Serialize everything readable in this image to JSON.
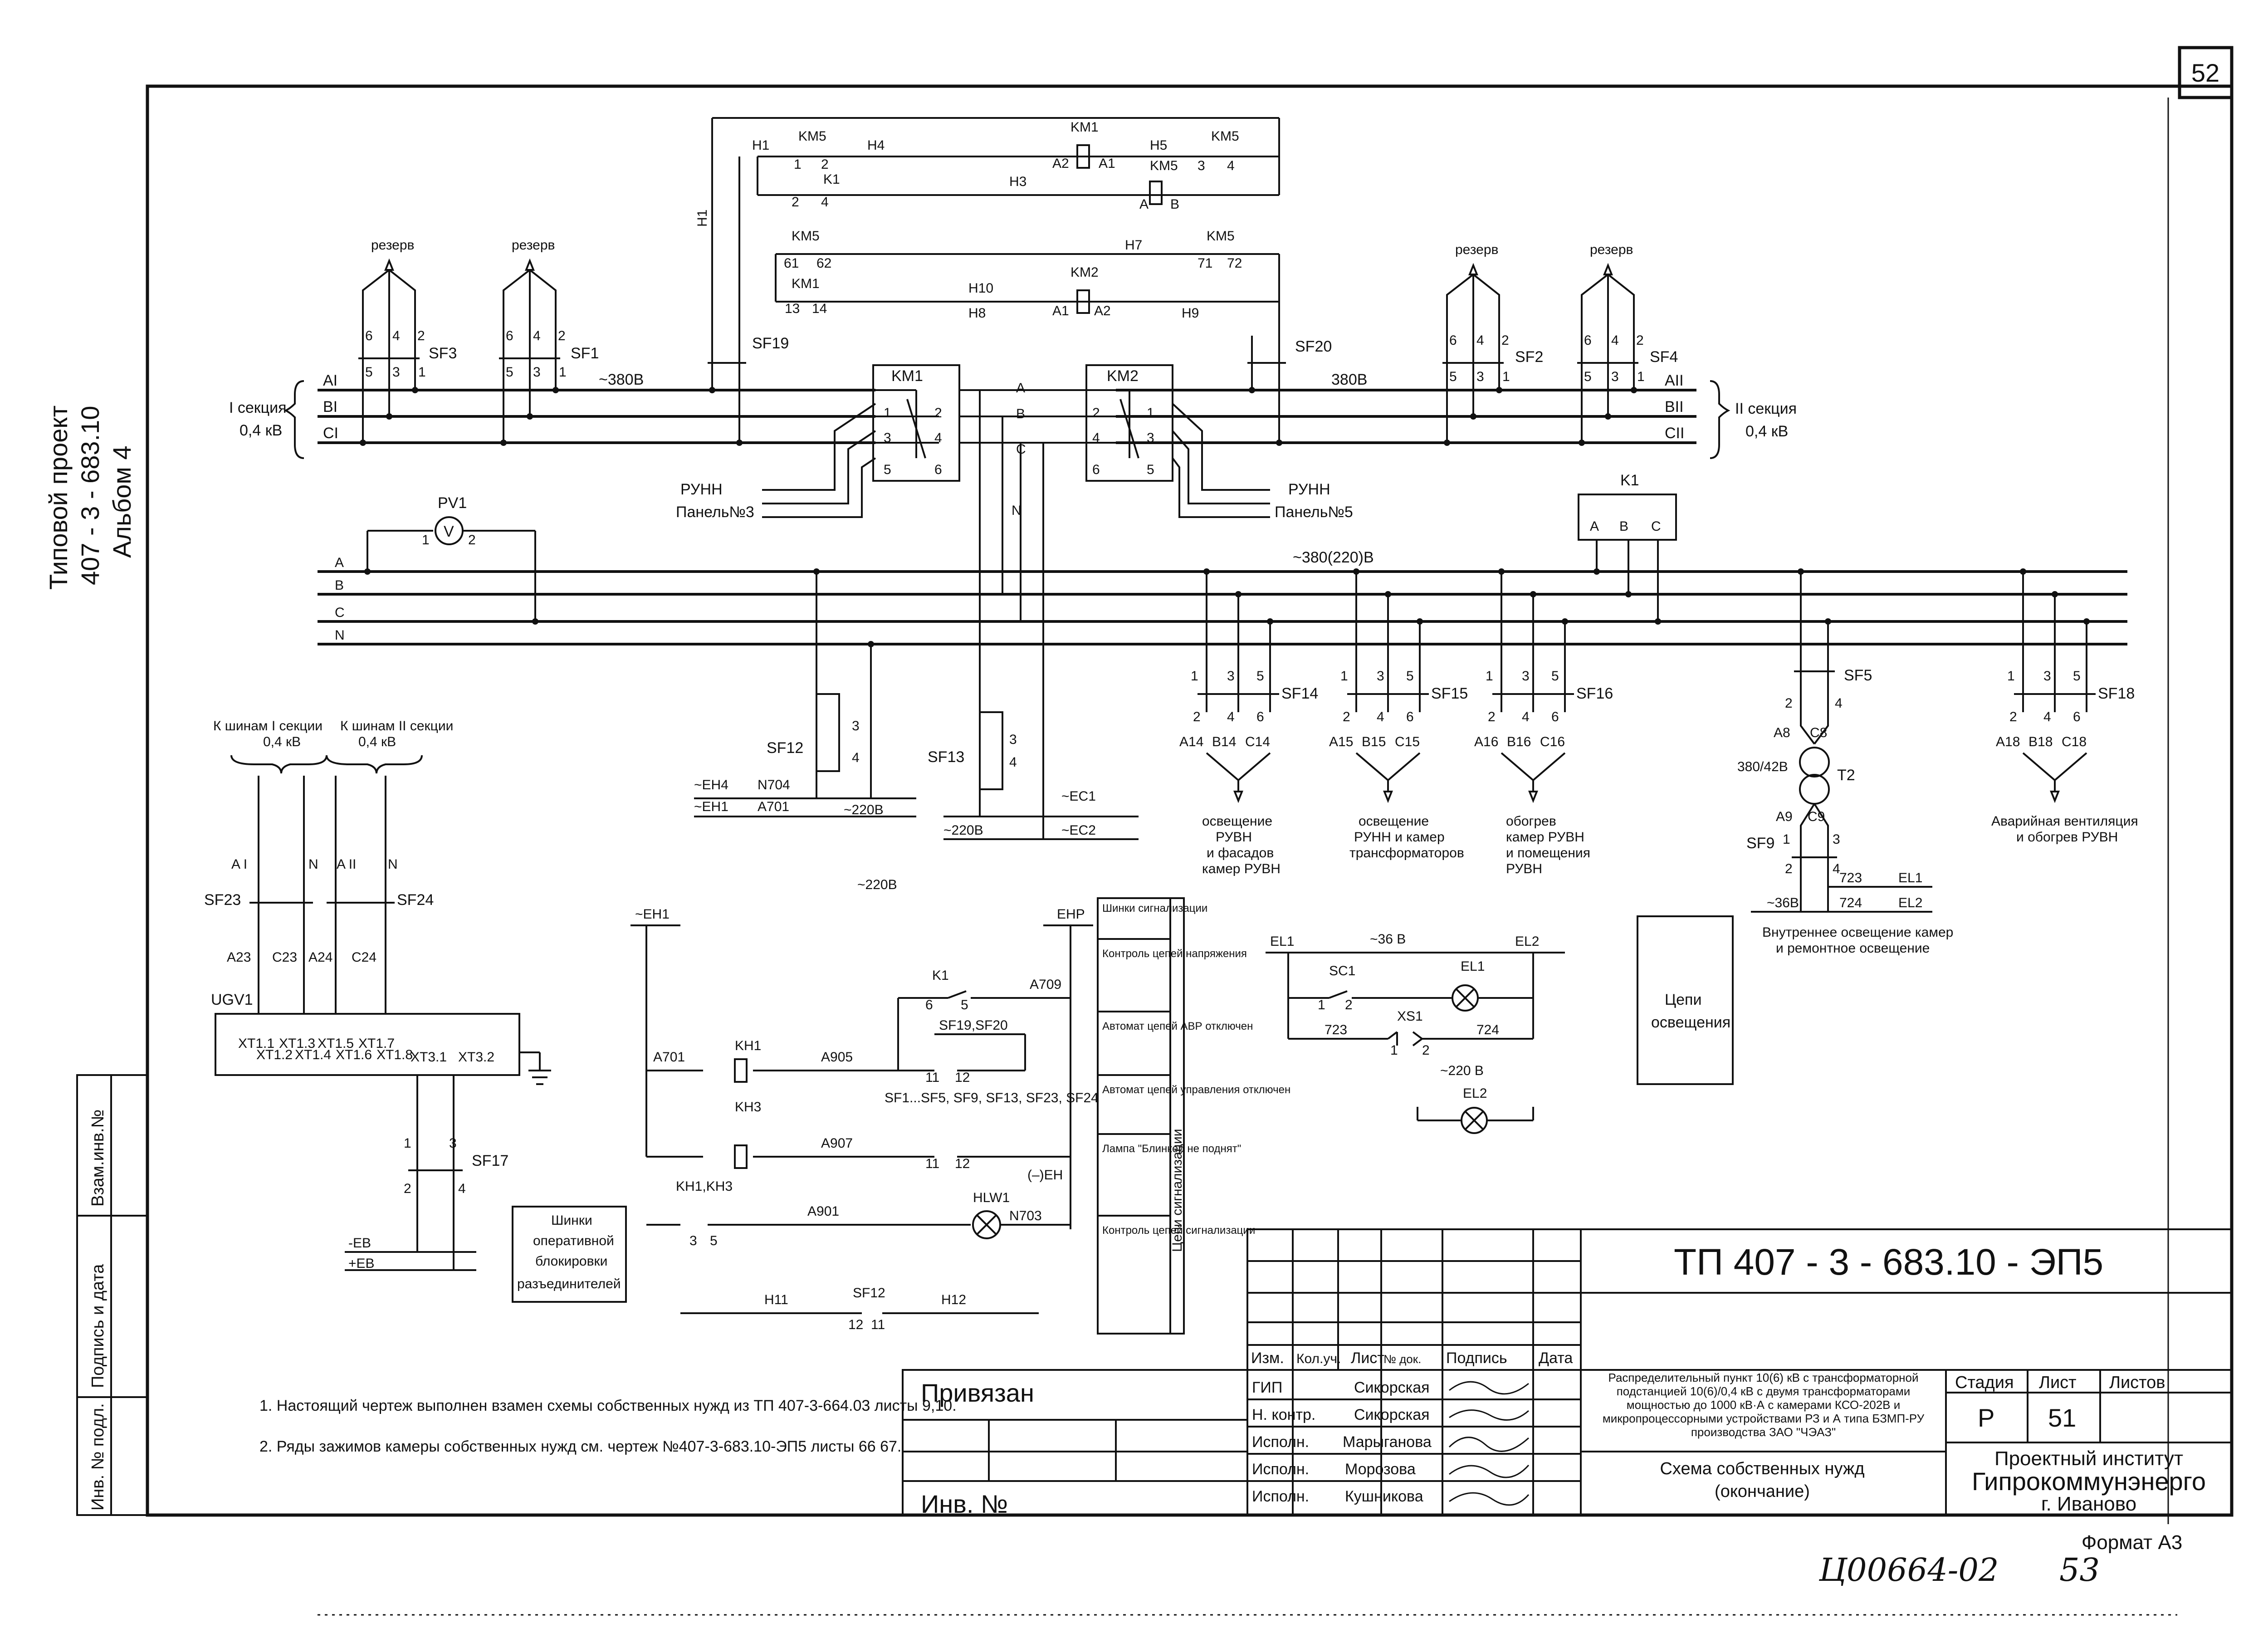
{
  "sheet_number_top": "52",
  "side_title": {
    "line1": "Типовой проект",
    "line2": "407 - 3 - 683.10",
    "line3": "Альбом 4"
  },
  "left_stamp": {
    "zam_inv": "Взам.инв.№",
    "podpis_data": "Подпись и дата",
    "inv_podl": "Инв. № подл."
  },
  "buses_04kv": {
    "section1": "I секция",
    "section1_kv": "0,4 кВ",
    "section2": "II секция",
    "section2_kv": "0,4 кВ",
    "phases1": [
      "AI",
      "BI",
      "CI"
    ],
    "phases2": [
      "AII",
      "BII",
      "CII"
    ],
    "volt1": "~380В",
    "volt2": "380В",
    "mid_phases": [
      "A",
      "B",
      "C",
      "N"
    ]
  },
  "reserves": [
    "резерв",
    "резерв",
    "резерв",
    "резерв"
  ],
  "breakers": [
    "SF3",
    "SF1",
    "SF2",
    "SF4",
    "SF19",
    "SF20"
  ],
  "contacts": [
    "6",
    "4",
    "2",
    "5",
    "3",
    "1"
  ],
  "contactors": {
    "km1": "KM1",
    "km2": "KM2",
    "km5": "KM5",
    "k1": "K1"
  },
  "avr_circuit": [
    "H1",
    "H4",
    "H5",
    "H3",
    "H7",
    "H10",
    "H8",
    "H9",
    "A2",
    "A1",
    "A",
    "B",
    "61",
    "62",
    "71",
    "72",
    "13",
    "14",
    "1",
    "2",
    "3",
    "4"
  ],
  "ruvn": {
    "left": "РУНН",
    "left_panel": "Панель№3",
    "right": "РУНН",
    "right_panel": "Панель№5"
  },
  "aux_bus": {
    "phases": [
      "A",
      "B",
      "C",
      "N"
    ],
    "volt": "~380(220)В",
    "pv": "PV1",
    "k1_phases": [
      "A",
      "B",
      "C"
    ]
  },
  "feeders": [
    {
      "sf": "SF14",
      "wires": [
        "A14",
        "B14",
        "C14"
      ],
      "label": [
        "освещение",
        "РУВН",
        "и фасадов",
        "камер РУВН"
      ]
    },
    {
      "sf": "SF15",
      "wires": [
        "A15",
        "B15",
        "C15"
      ],
      "label": [
        "освещение",
        "РУНН и камер",
        "трансформаторов"
      ]
    },
    {
      "sf": "SF16",
      "wires": [
        "A16",
        "B16",
        "C16"
      ],
      "label": [
        "обогрев",
        "камер РУВН",
        "и помещения",
        "РУВН"
      ]
    },
    {
      "sf": "SF18",
      "wires": [
        "A18",
        "B18",
        "C18"
      ],
      "label": [
        "Аварийная вентиляция",
        "и обогрев РУВН"
      ]
    }
  ],
  "transformer": {
    "sf5": "SF5",
    "sf9": "SF9",
    "t2": "T2",
    "ratio": "380/42В",
    "a8": "A8",
    "c8": "C8",
    "a9": "A9",
    "c9": "C9",
    "el1": "EL1",
    "el2": "EL2",
    "w723": "723",
    "w724": "724",
    "v36": "~36В",
    "label": [
      "Внутреннее освещение камер",
      "и ремонтное освещение"
    ]
  },
  "sf12_block": {
    "sf12": "SF12",
    "sf13": "SF13",
    "eh4": "~EH4",
    "eh1": "~EH1",
    "n704": "N704",
    "a701": "A701",
    "v220": "~220В",
    "ec1": "~EC1",
    "ec2": "~EC2",
    "v220b": "~220В"
  },
  "supply_ugv": {
    "k_sh1": "К шинам I секции",
    "k_sh1_kv": "0,4 кВ",
    "k_sh2": "К шинам II секции",
    "k_sh2_kv": "0,4 кВ",
    "a1": "A I",
    "n": "N",
    "a2": "A II",
    "sf23": "SF23",
    "sf24": "SF24",
    "w": [
      "A23",
      "C23",
      "A24",
      "C24"
    ],
    "ugv1": "UGV1",
    "terminals": [
      "XT1.1",
      "XT1.2",
      "XT1.3",
      "XT1.4",
      "XT1.5",
      "XT1.6",
      "XT1.7",
      "XT1.8",
      "XT3.1",
      "XT3.2"
    ],
    "sf17": "SF17",
    "eb_minus": "-EB",
    "eb_plus": "+EB",
    "shinki": [
      "Шинки",
      "оперативной",
      "блокировки",
      "разъединителей"
    ]
  },
  "control": {
    "v220": "~220В",
    "eh1": "~EH1",
    "ehp": "EHP",
    "k1": "K1",
    "a709": "A709",
    "sf1920": "SF19,SF20",
    "a701": "A701",
    "kh1": "KH1",
    "a905": "A905",
    "kh3": "KH3",
    "sf_list": "SF1...SF5, SF9, SF13, SF23, SF24",
    "a907": "A907",
    "kh13": "KH1,KH3",
    "a901": "A901",
    "hlw1": "HLW1",
    "n703": "N703",
    "eh_minus": "(–)EH",
    "h11": "H11",
    "sf12": "SF12",
    "h12": "H12",
    "n11": "11",
    "n12": "12"
  },
  "legend_boxes": [
    "Шинки сигнализации",
    "Контроль цепей напряжения",
    "Автомат цепей АВР отключен",
    "Автомат цепей управления отключен",
    "Лампа \"Блинкер не поднят\"",
    "Контроль цепей сигнализации"
  ],
  "legend_vertical": "Цепи   сигнализации",
  "lighting": {
    "el1": "EL1",
    "el2": "EL2",
    "v36": "~36 В",
    "sc1": "SC1",
    "xs1": "XS1",
    "w723": "723",
    "w724": "724",
    "v220": "~220 В",
    "box": [
      "Цепи",
      "освещения"
    ]
  },
  "notes": [
    "1. Настоящий чертеж выполнен взамен схемы собственных нужд из ТП 407-3-664.03 листы 9,10.",
    "2. Ряды зажимов камеры собственных нужд см. чертеж №407-3-683.10-ЭП5 листы 66 67."
  ],
  "title_block": {
    "privyazan": "Привязан",
    "inv_no": "Инв. №",
    "headers": [
      "Изм.",
      "Кол.уч.",
      "Лист",
      "№ док.",
      "Подпись",
      "Дата"
    ],
    "roles": [
      "ГИП",
      "Н. контр.",
      "Исполн.",
      "Исполн.",
      "Исполн."
    ],
    "names": [
      "Сикорская",
      "Сикорская",
      "Марыганова",
      "Морозова",
      "Кушникова"
    ],
    "code": "ТП  407 - 3 - 683.10 - ЭП5",
    "description": "Распределительный пункт 10(6) кВ с трансформаторной подстанцией 10(6)/0,4 кВ с двумя трансформаторами мощностью до 1000 кВ·А с камерами КСО-202В и микропроцессорными устройствами РЗ и А типа БЗМП-РУ производства ЗАО \"ЧЭАЗ\"",
    "sheet_title": [
      "Схема собственных нужд",
      "(окончание)"
    ],
    "stage_h": "Стадия",
    "sheet_h": "Лист",
    "sheets_h": "Листов",
    "stage": "Р",
    "sheet": "51",
    "org1": "Проектный институт",
    "org2": "Гипрокоммунэнерго",
    "org3": "г. Иваново"
  },
  "format": "Формат А3",
  "handwritten": {
    "code": "Ц00664-02",
    "page": "53"
  }
}
